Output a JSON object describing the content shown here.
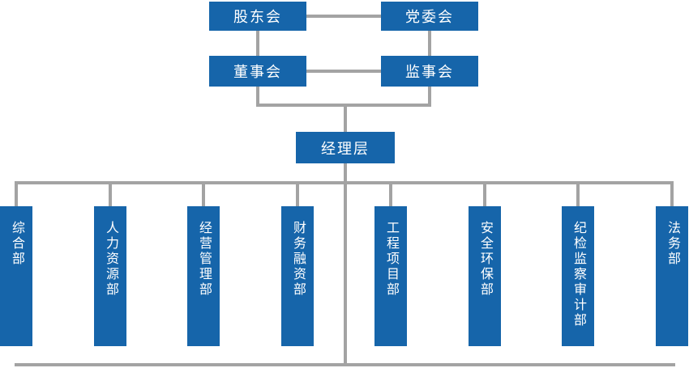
{
  "governance": {
    "shareholders": "股东会",
    "party_committee": "党委会",
    "board_of_directors": "董事会",
    "supervisory_board": "监事会",
    "management": "经理层"
  },
  "departments": [
    {
      "label": "综合部"
    },
    {
      "label": "人力资源部"
    },
    {
      "label": "经营管理部"
    },
    {
      "label": "财务融资部"
    },
    {
      "label": "工程项目部"
    },
    {
      "label": "安全环保部"
    },
    {
      "label": "纪检监察审计部"
    },
    {
      "label": "法务部"
    }
  ],
  "hierarchy_note": {
    "level1": "股东会 / 党委会",
    "level2": "董事会 / 监事会",
    "level3": "经理层",
    "level4": "8 departments"
  },
  "colors": {
    "box_blue": "#1665AA",
    "line_gray": "#A3A3A3",
    "box_text": "#FFFFFF",
    "background": "#FFFFFF"
  }
}
